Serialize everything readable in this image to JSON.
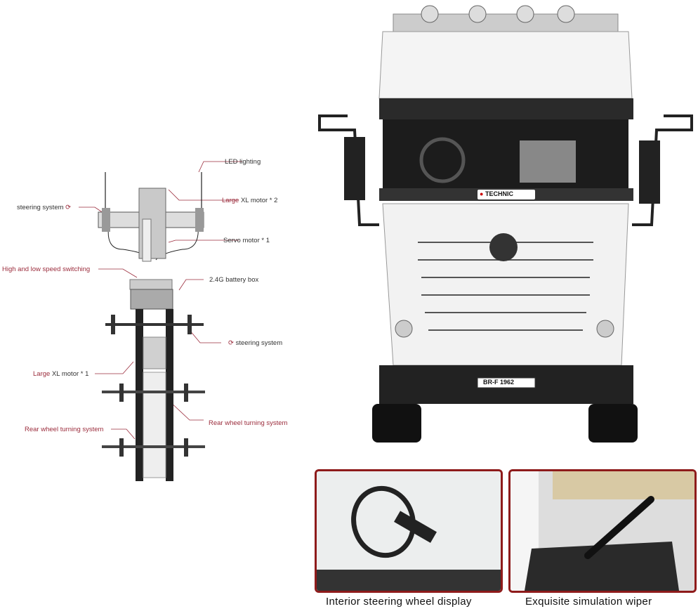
{
  "diagram": {
    "labels": {
      "led": "LED lighting",
      "xl2_a": "Large",
      "xl2_b": " XL motor * 2",
      "steering_top": "steering system",
      "servo": "Servo motor * 1",
      "speed": "High and low speed switching",
      "battery": "2.4G battery box",
      "steering_mid": "steering system",
      "xl1_a": "Large",
      "xl1_b": " XL motor * 1",
      "rear_right": "Rear wheel turning system",
      "rear_left": "Rear wheel turning system"
    }
  },
  "truck": {
    "badge": "TECHNIC",
    "plate": "BR-F 1962"
  },
  "panels": [
    {
      "caption": "Interior steering wheel display"
    },
    {
      "caption": "Exquisite simulation wiper"
    }
  ],
  "colors": {
    "accent": "#9b2c3c",
    "frame": "#8e1b1b"
  }
}
